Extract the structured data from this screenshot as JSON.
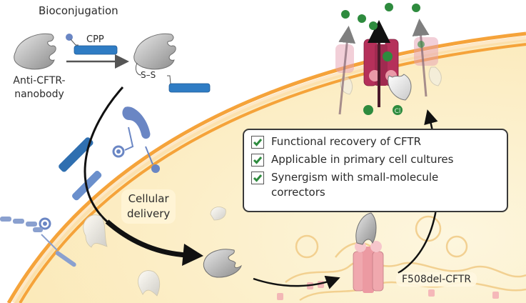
{
  "figure": {
    "title": "Bioconjugation",
    "nanobody_label_line1": "Anti-CFTR-",
    "nanobody_label_line2": "nanobody",
    "cpp_label": "CPP",
    "disulfide_label": "S–S",
    "delivery_label_line1": "Cellular",
    "delivery_label_line2": "delivery",
    "mutant_label": "F508del-CFTR",
    "ion_label": "Cl"
  },
  "benefits": {
    "items": [
      {
        "text": "Functional recovery of CFTR",
        "checked": true
      },
      {
        "text": "Applicable in primary cell cultures",
        "checked": true
      },
      {
        "text_line1": "Synergism with small-molecule",
        "text_line2": "correctors",
        "checked": true
      }
    ]
  },
  "colors": {
    "cell_interior": "#fdf0c8",
    "membrane": "#f5a33a",
    "nanobody": "#b9b9b9",
    "cpp": "#2f7cc4",
    "receptor": "#6a86c4",
    "cftr_active": "#b5305a",
    "cftr_mutant": "#f0a8ae",
    "chloride": "#2e8b3e",
    "check": "#2e8b3e"
  }
}
